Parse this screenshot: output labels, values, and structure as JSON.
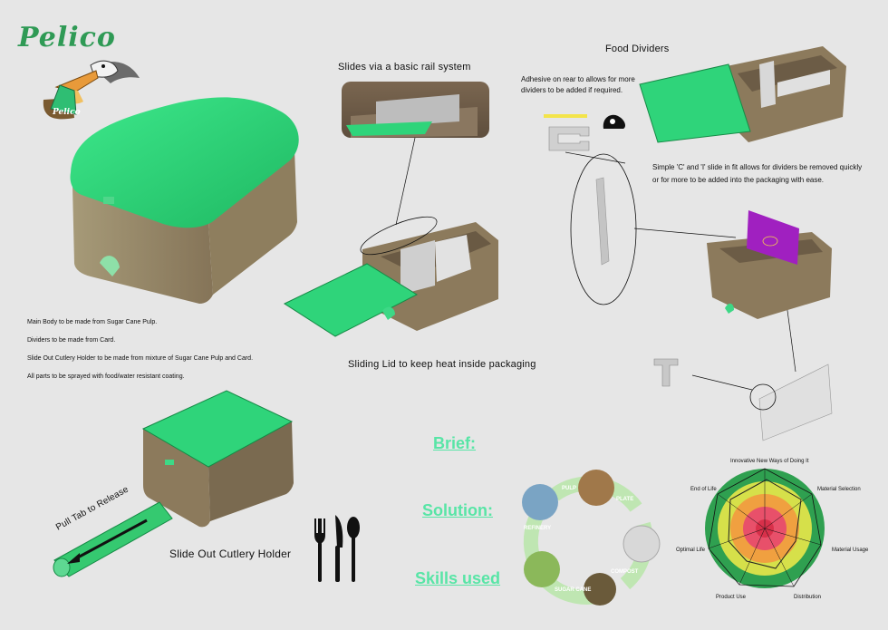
{
  "brand": {
    "name": "Pelico",
    "bag_label": "Pelico"
  },
  "captions": {
    "rail": "Slides via a basic rail system",
    "food_dividers": "Food Dividers",
    "adhesive": "Adhesive on rear to allows for more dividers to be added if required.",
    "ci_fit": "Simple 'C' and 'I' slide in fit allows for dividers be removed quickly or for more to be added into the packaging with ease.",
    "sliding_lid": "Sliding Lid to keep heat inside packaging",
    "cutlery_holder": "Slide Out Cutlery Holder",
    "pull_tab": "Pull Tab to Release"
  },
  "materials": [
    "Main Body to be made from Sugar Cane Pulp.",
    "Dividers to be made from Card.",
    "Slide Out Cutlery Holder to be made from mixture of Sugar Cane Pulp and Card.",
    "All parts to be sprayed with food/water resistant coating."
  ],
  "links": {
    "brief": "Brief:",
    "solution": "Solution:",
    "skills": "Skills used"
  },
  "cycle_labels": [
    "PULP",
    "PLATE",
    "COMPOST",
    "SUGAR CANE",
    "REFINERY"
  ],
  "radar": {
    "axes": [
      "Innovative New Ways of Doing It",
      "Material Selection",
      "Material Usage",
      "Distribution",
      "Product Use",
      "Optimal Life",
      "End of Life"
    ]
  },
  "colors": {
    "lid_green": "#2fd47a",
    "pulp_brown": "#9a8a6a",
    "divider_purple": "#a020c0",
    "accent_link": "#58e5a6"
  },
  "icons": [
    "pelican-mascot-icon",
    "tape-dispenser-icon",
    "fork-icon",
    "knife-icon",
    "spoon-icon"
  ]
}
